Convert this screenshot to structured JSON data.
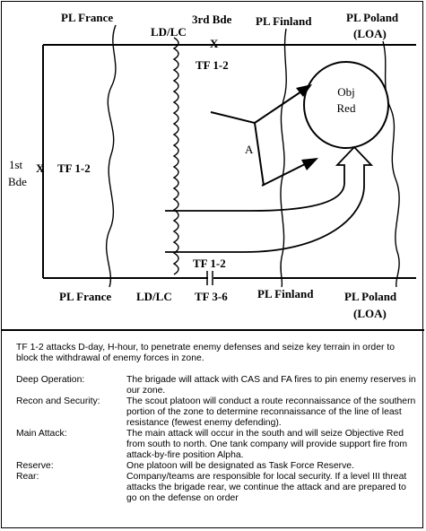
{
  "labels": {
    "pl_france_top": "PL France",
    "ld_lc_top": "LD/LC",
    "third_bde": "3rd Bde",
    "x_top": "X",
    "tf12_top": "TF 1-2",
    "pl_finland_top": "PL Finland",
    "pl_poland_top": "PL Poland",
    "loa_top": "(LOA)",
    "obj": "Obj",
    "red": "Red",
    "pos_a": "A",
    "first": "1st",
    "bde": "Bde",
    "x_left": "X",
    "tf12_left": "TF 1-2",
    "tf12_bottom": "TF 1-2",
    "boundary_mark": "||",
    "tf36_bottom": "TF 3-6",
    "pl_france_bottom": "PL France",
    "ld_lc_bottom": "LD/LC",
    "pl_finland_bottom": "PL Finland",
    "pl_poland_bottom": "PL Poland",
    "loa_bottom": "(LOA)"
  },
  "text": {
    "intro": "TF 1-2 attacks D-day, H-hour, to penetrate enemy defenses and seize key terrain in order to block the withdrawal of enemy forces in zone.",
    "items": [
      {
        "term": "Deep Operation:",
        "desc": "The brigade will attack with CAS and FA fires to pin enemy reserves in our zone."
      },
      {
        "term": "Recon and Security:",
        "desc": "The scout platoon will conduct a route reconnaissance of the southern portion of the zone to determine reconnaissance of the line of least resistance (fewest enemy defending)."
      },
      {
        "term": "Main Attack:",
        "desc": "The main attack will occur in the south and will seize Objective Red from south to north. One tank company will provide support fire from attack-by-fire position Alpha."
      },
      {
        "term": "Reserve:",
        "desc": "One platoon will be designated as Task Force Reserve."
      },
      {
        "term": "Rear:",
        "desc": "Company/teams are responsible for local security. If a level III threat attacks the brigade rear, we continue the attack and are prepared to go on the defense on order"
      }
    ]
  }
}
